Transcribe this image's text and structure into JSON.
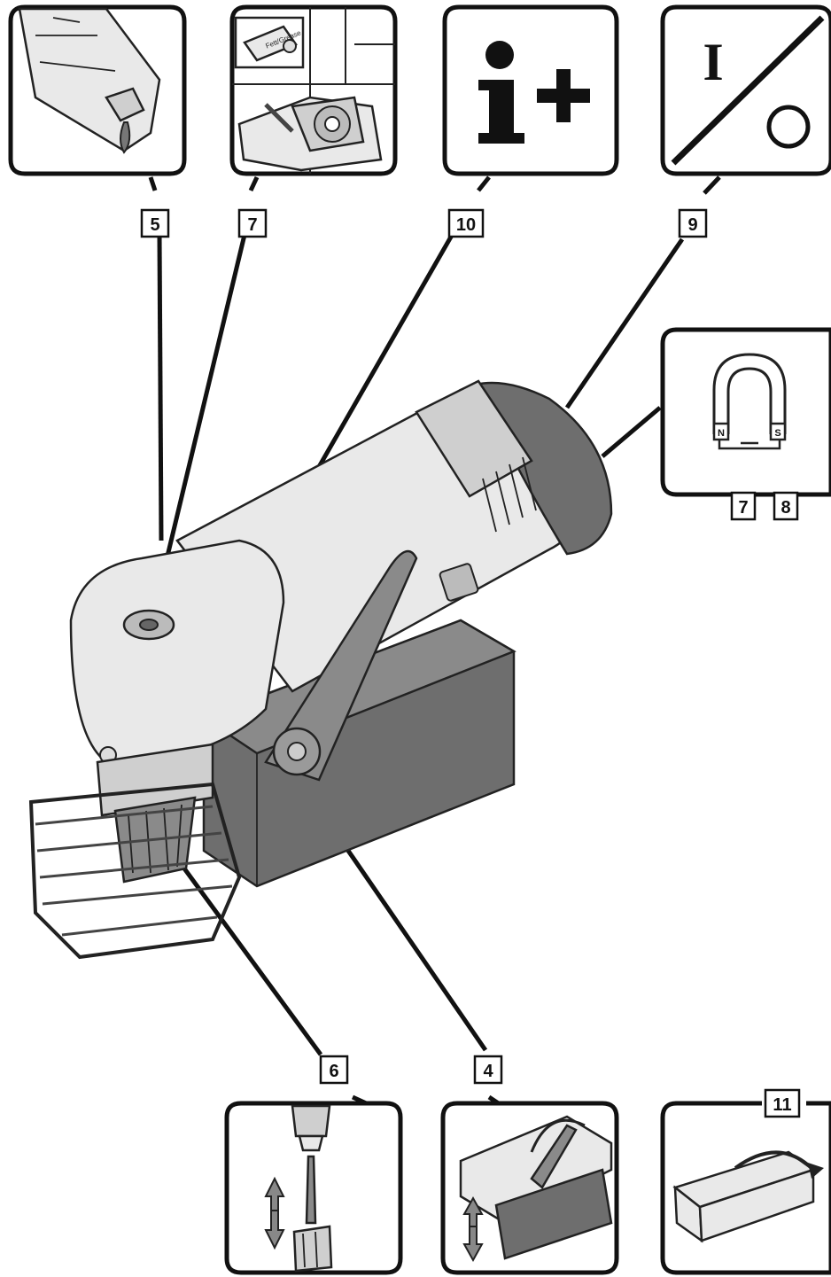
{
  "labels": {
    "top_oil": "5",
    "top_grease": "7",
    "top_info": "10",
    "top_switch": "9",
    "magnet_a": "7",
    "magnet_b": "8",
    "bottom_cutter": "6",
    "bottom_handle": "4",
    "bottom_case": "11"
  },
  "icon_text": {
    "grease_tube": "Fett/Grease",
    "magnet_north": "N",
    "magnet_south": "S",
    "switch_on": "I"
  }
}
